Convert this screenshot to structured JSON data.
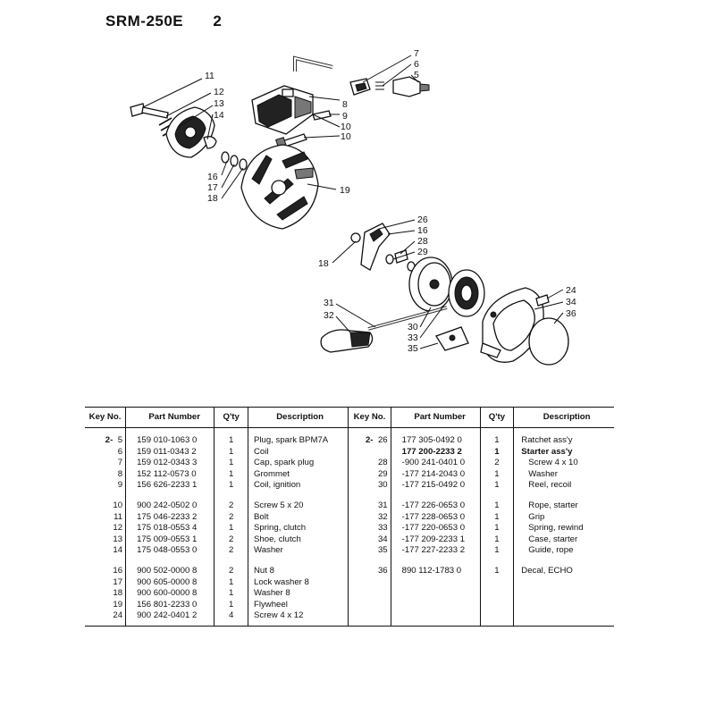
{
  "header": {
    "model": "SRM-250E",
    "page": "2"
  },
  "callouts": {
    "c11": "11",
    "c12": "12",
    "c13": "13",
    "c14": "14",
    "c7": "7",
    "c6": "6",
    "c5": "5",
    "c8": "8",
    "c9": "9",
    "c10a": "10",
    "c10b": "10",
    "c16a": "16",
    "c17": "17",
    "c18a": "18",
    "c19": "19",
    "c26": "26",
    "c16b": "16",
    "c28": "28",
    "c29": "29",
    "c18b": "18",
    "c31": "31",
    "c32": "32",
    "c30": "30",
    "c33": "33",
    "c35": "35",
    "c24": "24",
    "c34": "34",
    "c36": "36"
  },
  "table": {
    "headers": {
      "key": "Key No.",
      "part": "Part Number",
      "qty": "Q'ty",
      "desc": "Description"
    },
    "group_left": "2-",
    "group_right": "2-",
    "left": [
      {
        "key": "5",
        "part": "159 010-1063 0",
        "qty": "1",
        "desc": "Plug, spark BPM7A"
      },
      {
        "key": "6",
        "part": "159 011-0343 2",
        "qty": "1",
        "desc": "Coil"
      },
      {
        "key": "7",
        "part": "159 012-0343 3",
        "qty": "1",
        "desc": "Cap, spark plug"
      },
      {
        "key": "8",
        "part": "152 112-0573 0",
        "qty": "1",
        "desc": "Grommet"
      },
      {
        "key": "9",
        "part": "156 626-2233 1",
        "qty": "1",
        "desc": "Coil, ignition"
      },
      {
        "key": "10",
        "part": "900 242-0502 0",
        "qty": "2",
        "desc": "Screw 5 x 20"
      },
      {
        "key": "11",
        "part": "175 046-2233 2",
        "qty": "2",
        "desc": "Bolt"
      },
      {
        "key": "12",
        "part": "175 018-0553 4",
        "qty": "1",
        "desc": "Spring, clutch"
      },
      {
        "key": "13",
        "part": "175 009-0553 1",
        "qty": "2",
        "desc": "Shoe, clutch"
      },
      {
        "key": "14",
        "part": "175 048-0553 0",
        "qty": "2",
        "desc": "Washer"
      },
      {
        "key": "16",
        "part": "900 502-0000 8",
        "qty": "2",
        "desc": "Nut 8"
      },
      {
        "key": "17",
        "part": "900 605-0000 8",
        "qty": "1",
        "desc": "Lock washer 8"
      },
      {
        "key": "18",
        "part": "900 600-0000 8",
        "qty": "1",
        "desc": "Washer 8"
      },
      {
        "key": "19",
        "part": "156 801-2233 0",
        "qty": "1",
        "desc": "Flywheel"
      },
      {
        "key": "24",
        "part": "900 242-0401 2",
        "qty": "4",
        "desc": "Screw 4 x 12"
      }
    ],
    "right": [
      {
        "key": "26",
        "part": "177 305-0492 0",
        "qty": "1",
        "desc": "Ratchet ass'y"
      },
      {
        "key": "",
        "part": "177 200-2233 2",
        "qty": "1",
        "desc": "Starter ass'y"
      },
      {
        "key": "28",
        "part": "-900 241-0401 0",
        "qty": "2",
        "desc": "Screw 4 x 10"
      },
      {
        "key": "29",
        "part": "-177 214-2043 0",
        "qty": "1",
        "desc": "Washer"
      },
      {
        "key": "30",
        "part": "-177 215-0492 0",
        "qty": "1",
        "desc": "Reel, recoil"
      },
      {
        "key": "31",
        "part": "-177 226-0653 0",
        "qty": "1",
        "desc": "Rope, starter"
      },
      {
        "key": "32",
        "part": "-177 228-0653 0",
        "qty": "1",
        "desc": "Grip"
      },
      {
        "key": "33",
        "part": "-177 220-0653 0",
        "qty": "1",
        "desc": "Spring, rewind"
      },
      {
        "key": "34",
        "part": "-177 209-2233 1",
        "qty": "1",
        "desc": "Case, starter"
      },
      {
        "key": "35",
        "part": "-177 227-2233 2",
        "qty": "1",
        "desc": "Guide, rope"
      },
      {
        "key": "36",
        "part": "890 112-1783 0",
        "qty": "1",
        "desc": "Decal, ECHO"
      }
    ]
  }
}
